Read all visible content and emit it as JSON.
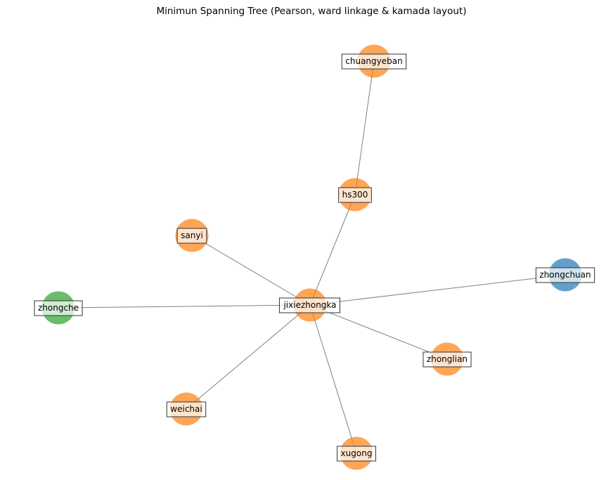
{
  "title": "Minimun Spanning Tree (Pearson, ward linkage & kamada layout)",
  "colors": {
    "cluster_orange": "#ff7f0e",
    "cluster_green": "#2ca02c",
    "cluster_blue": "#1f77b4",
    "edge": "#808080"
  },
  "nodes": [
    {
      "id": "chuangyeban",
      "label": "chuangyeban",
      "cluster": "cluster_orange"
    },
    {
      "id": "hs300",
      "label": "hs300",
      "cluster": "cluster_orange"
    },
    {
      "id": "sanyi",
      "label": "sanyi",
      "cluster": "cluster_orange"
    },
    {
      "id": "zhongche",
      "label": "zhongche",
      "cluster": "cluster_green"
    },
    {
      "id": "jixiezhongka",
      "label": "jixiezhongka",
      "cluster": "cluster_orange"
    },
    {
      "id": "zhongchuan",
      "label": "zhongchuan",
      "cluster": "cluster_blue"
    },
    {
      "id": "zhonglian",
      "label": "zhonglian",
      "cluster": "cluster_orange"
    },
    {
      "id": "weichai",
      "label": "weichai",
      "cluster": "cluster_orange"
    },
    {
      "id": "xugong",
      "label": "xugong",
      "cluster": "cluster_orange"
    }
  ],
  "edges": [
    [
      "chuangyeban",
      "hs300"
    ],
    [
      "hs300",
      "jixiezhongka"
    ],
    [
      "sanyi",
      "jixiezhongka"
    ],
    [
      "zhongche",
      "jixiezhongka"
    ],
    [
      "zhongchuan",
      "jixiezhongka"
    ],
    [
      "zhonglian",
      "jixiezhongka"
    ],
    [
      "weichai",
      "jixiezhongka"
    ],
    [
      "xugong",
      "jixiezhongka"
    ]
  ]
}
